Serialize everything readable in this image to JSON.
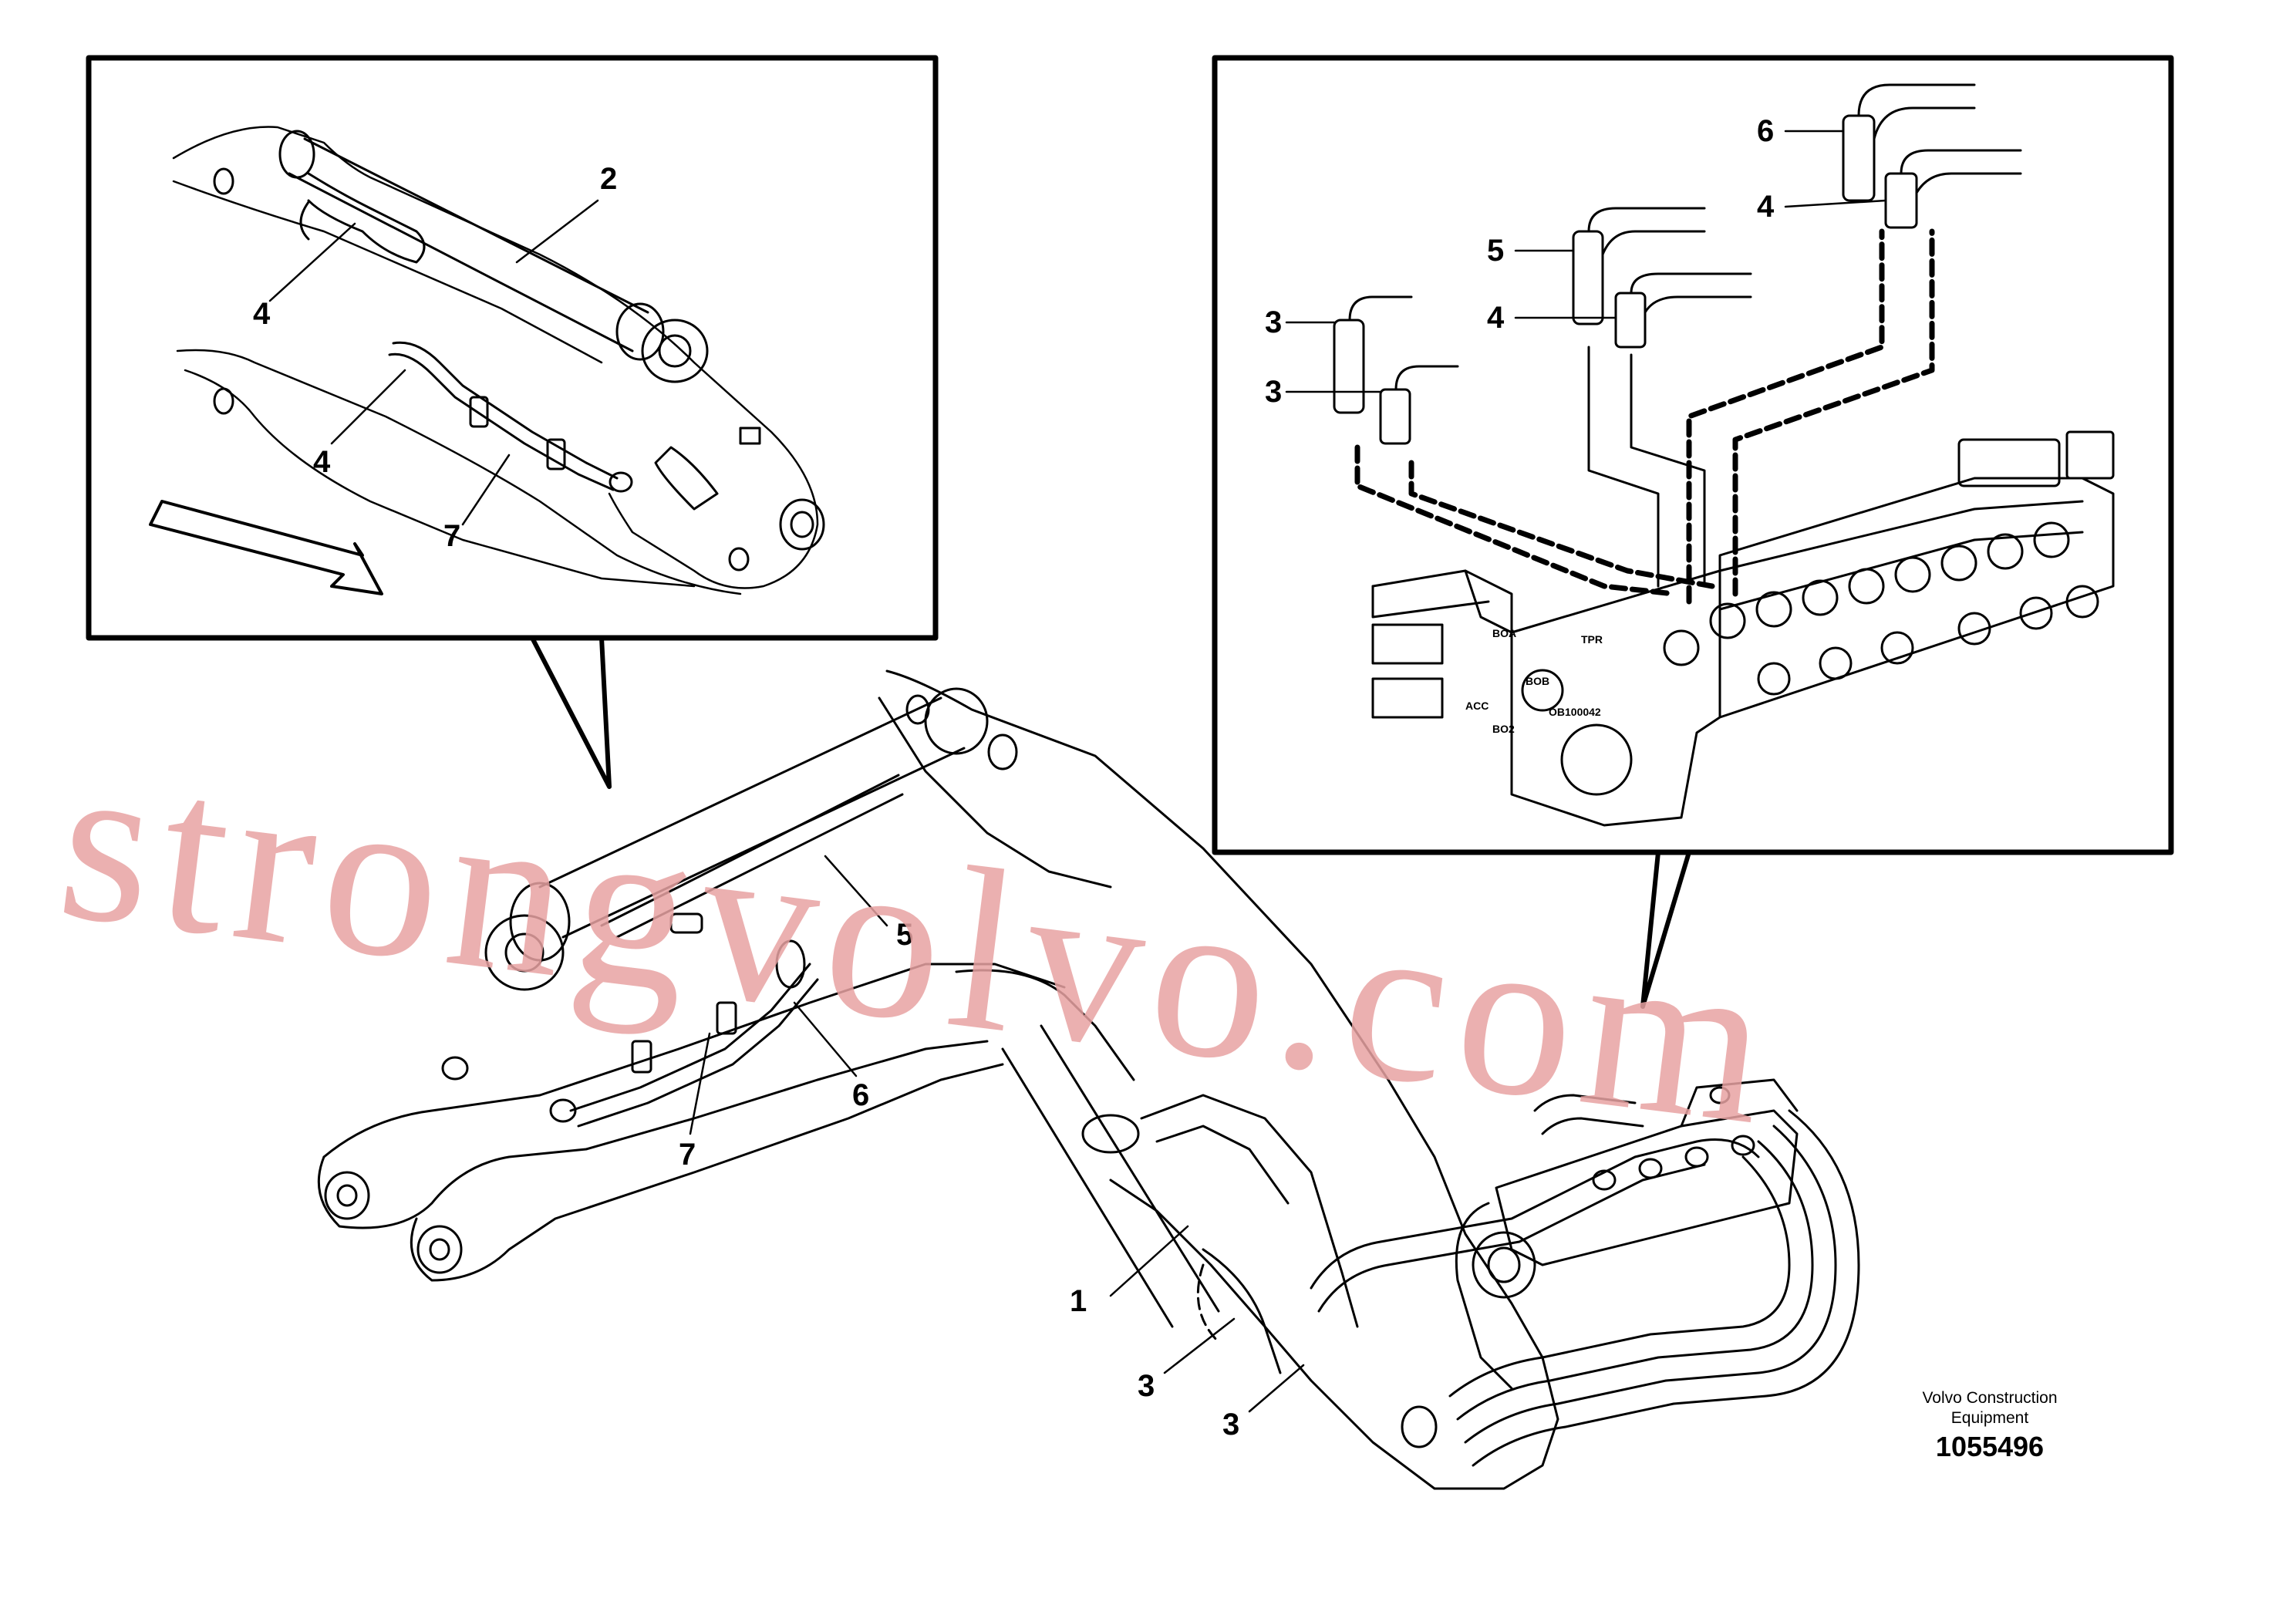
{
  "callouts": {
    "top_left": [
      {
        "id": "tl-2",
        "text": "2"
      },
      {
        "id": "tl-4a",
        "text": "4"
      },
      {
        "id": "tl-4b",
        "text": "4"
      },
      {
        "id": "tl-7",
        "text": "7"
      }
    ],
    "top_right": [
      {
        "id": "tr-6",
        "text": "6"
      },
      {
        "id": "tr-4a",
        "text": "4"
      },
      {
        "id": "tr-5",
        "text": "5"
      },
      {
        "id": "tr-3a",
        "text": "3"
      },
      {
        "id": "tr-4b",
        "text": "4"
      },
      {
        "id": "tr-3b",
        "text": "3"
      }
    ],
    "main": [
      {
        "id": "m-5",
        "text": "5"
      },
      {
        "id": "m-6",
        "text": "6"
      },
      {
        "id": "m-7",
        "text": "7"
      },
      {
        "id": "m-1",
        "text": "1"
      },
      {
        "id": "m-3a",
        "text": "3"
      },
      {
        "id": "m-3b",
        "text": "3"
      }
    ]
  },
  "valve_markings": {
    "port_a": "BOA",
    "port_b": "BOB",
    "port_c": "TPR",
    "acc": "ACC",
    "port_d": "BO2",
    "serial": "OB100042"
  },
  "watermark": "strongvolvo.com",
  "caption": {
    "company_line1": "Volvo Construction",
    "company_line2": "Equipment",
    "drawing_number": "1055496"
  },
  "colors": {
    "line": "#000000",
    "watermark": "#e8a3a3",
    "background": "#ffffff"
  }
}
